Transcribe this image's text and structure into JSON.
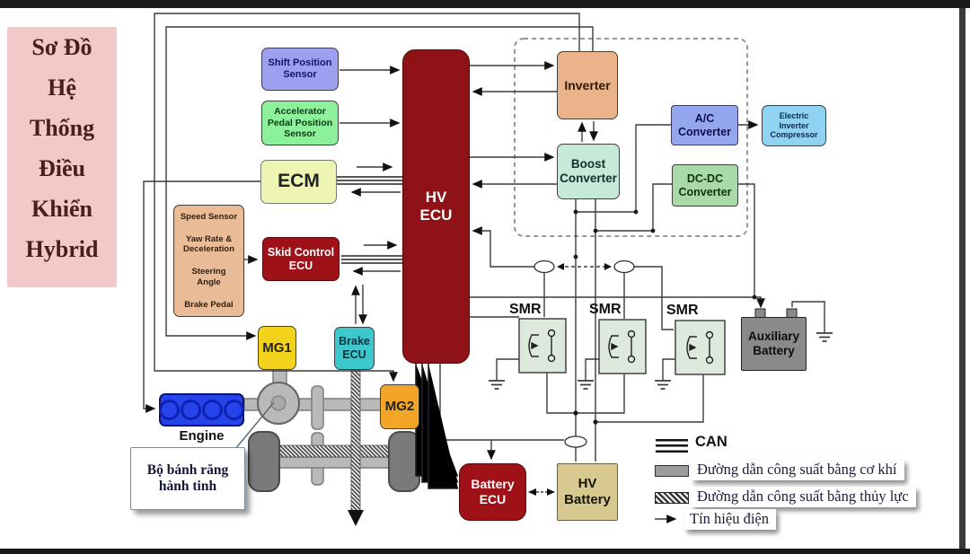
{
  "title_panel": {
    "text": "Sơ Đồ\nHệ\nThống\nĐiều\nKhiển\nHybrid",
    "bg": "#f1c9c9",
    "text_color": "#47201c"
  },
  "blocks": {
    "shift_position_sensor": {
      "label": "Shift Position\nSensor",
      "bg": "#9f9ff0"
    },
    "accelerator_pedal_position_sensor": {
      "label": "Accelerator\nPedal Position\nSensor",
      "bg": "#8df09b"
    },
    "ecm": {
      "label": "ECM",
      "bg": "#eef5b2"
    },
    "sensor_group": {
      "items": [
        "Speed Sensor",
        "Yaw Rate &\nDeceleration",
        "Steering\nAngle",
        "Brake Pedal"
      ],
      "bg": "#e9bb97"
    },
    "skid_control_ecu": {
      "label": "Skid Control\nECU",
      "bg": "#9e1117"
    },
    "hv_ecu": {
      "label": "HV\nECU",
      "bg": "#8e1216"
    },
    "inverter": {
      "label": "Inverter",
      "bg": "#eab38a"
    },
    "boost_converter": {
      "label": "Boost\nConverter",
      "bg": "#c7e9d8"
    },
    "ac_converter": {
      "label": "A/C\nConverter",
      "bg": "#93a6ee"
    },
    "dc_dc_converter": {
      "label": "DC-DC\nConverter",
      "bg": "#a9d9a9"
    },
    "electric_inverter_compressor": {
      "label": "Electric\nInverter\nCompressor",
      "bg": "#8fd2f2"
    },
    "smr": {
      "label": "SMR",
      "bg": "#dde9dd"
    },
    "auxiliary_battery": {
      "label": "Auxiliary\nBattery",
      "bg": "#8a8a8a"
    },
    "mg1": {
      "label": "MG1",
      "bg": "#f2d31b"
    },
    "mg2": {
      "label": "MG2",
      "bg": "#f2a526"
    },
    "brake_ecu": {
      "label": "Brake\nECU",
      "bg": "#3cc8cc"
    },
    "engine": {
      "label": "Engine",
      "bg": "#2743ea"
    },
    "battery_ecu": {
      "label": "Battery\nECU",
      "bg": "#9e1117"
    },
    "hv_battery": {
      "label": "HV\nBattery",
      "bg": "#d7c98f"
    },
    "planetary_callout": {
      "label": "Bộ bánh răng\nhành tinh"
    }
  },
  "legend": {
    "can": "CAN",
    "mechanical": "Đường dẫn công suất bằng cơ khí",
    "hydraulic": "Đường dẫn công suất bằng thủy lực",
    "electrical": "Tín hiệu điện"
  }
}
